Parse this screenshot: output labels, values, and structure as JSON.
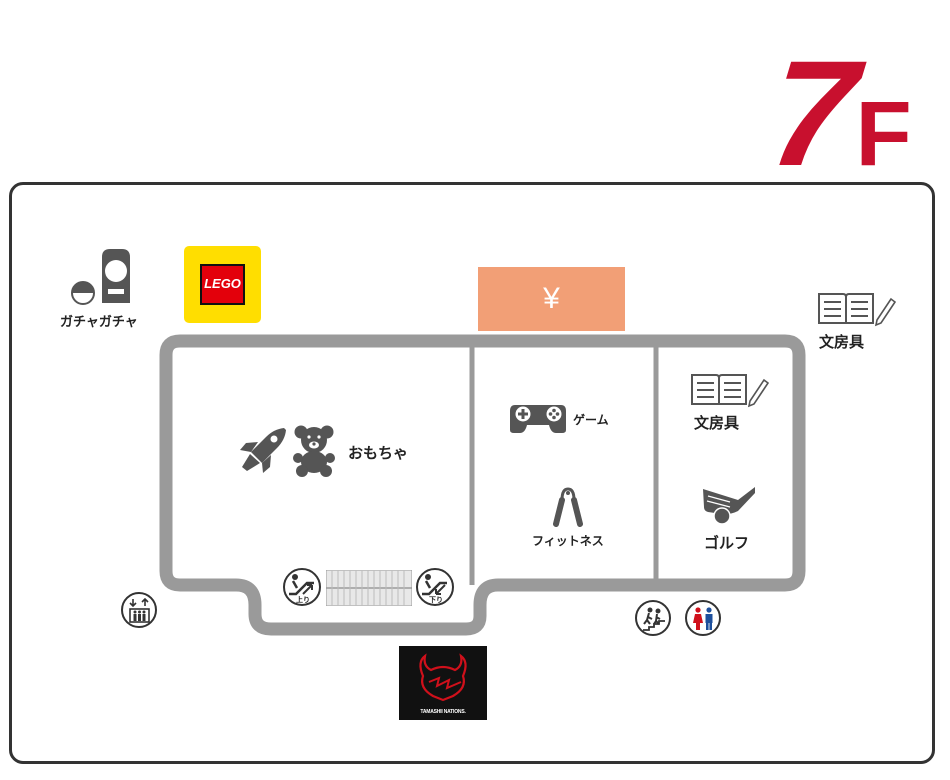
{
  "floor": {
    "number": "7",
    "unit": "F",
    "color": "#c8102e"
  },
  "outside": {
    "gachapon": "ガチャガチャ",
    "stationery": "文房具"
  },
  "cashier": {
    "symbol": "¥",
    "color": "#f29f76"
  },
  "brands": {
    "lego": "LEGO",
    "tamashii": "TAMASHII NATIONS."
  },
  "sections": {
    "toys": "おもちゃ",
    "game": "ゲーム",
    "fitness": "フィットネス",
    "stationery": "文房具",
    "golf": "ゴルフ"
  },
  "escalators": {
    "up": "上り",
    "down": "下り"
  },
  "facilities": [
    "elevator-icon",
    "stairs-icon",
    "restroom-icon"
  ],
  "restroom_colors": {
    "male": "#1d4f9c",
    "female": "#d0101b"
  }
}
